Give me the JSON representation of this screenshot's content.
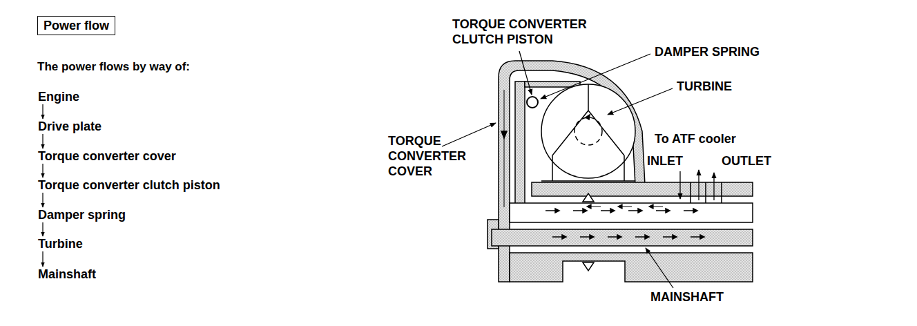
{
  "diagram": {
    "nodes": [
      {
        "text": [
          "Power flow"
        ]
      },
      {
        "text": [
          "Engine"
        ]
      },
      {
        "text": [
          "Drive plate"
        ]
      },
      {
        "text": [
          "Torque converter cover"
        ]
      },
      {
        "text": [
          "Torque converter clutch piston"
        ]
      },
      {
        "text": [
          "Damper spring"
        ]
      },
      {
        "text": [
          "Turbine"
        ]
      },
      {
        "text": [
          "Mainshaft"
        ]
      }
    ],
    "edges": [
      {
        "from": 1,
        "to": 2,
        "arrow": "to"
      },
      {
        "from": 2,
        "to": 3,
        "arrow": "to"
      },
      {
        "from": 3,
        "to": 4,
        "arrow": "to"
      },
      {
        "from": 4,
        "to": 5,
        "arrow": "to"
      },
      {
        "from": 5,
        "to": 6,
        "arrow": "to"
      },
      {
        "from": 6,
        "to": 7,
        "arrow": "to"
      }
    ],
    "labels": [
      "The power flows by way of:",
      "TORQUE CONVERTER CLUTCH PISTON",
      "DAMPER SPRING",
      "TURBINE",
      "TORQUE CONVERTER COVER",
      "To ATF cooler",
      "INLET",
      "OUTLET",
      "MAINSHAFT"
    ]
  }
}
